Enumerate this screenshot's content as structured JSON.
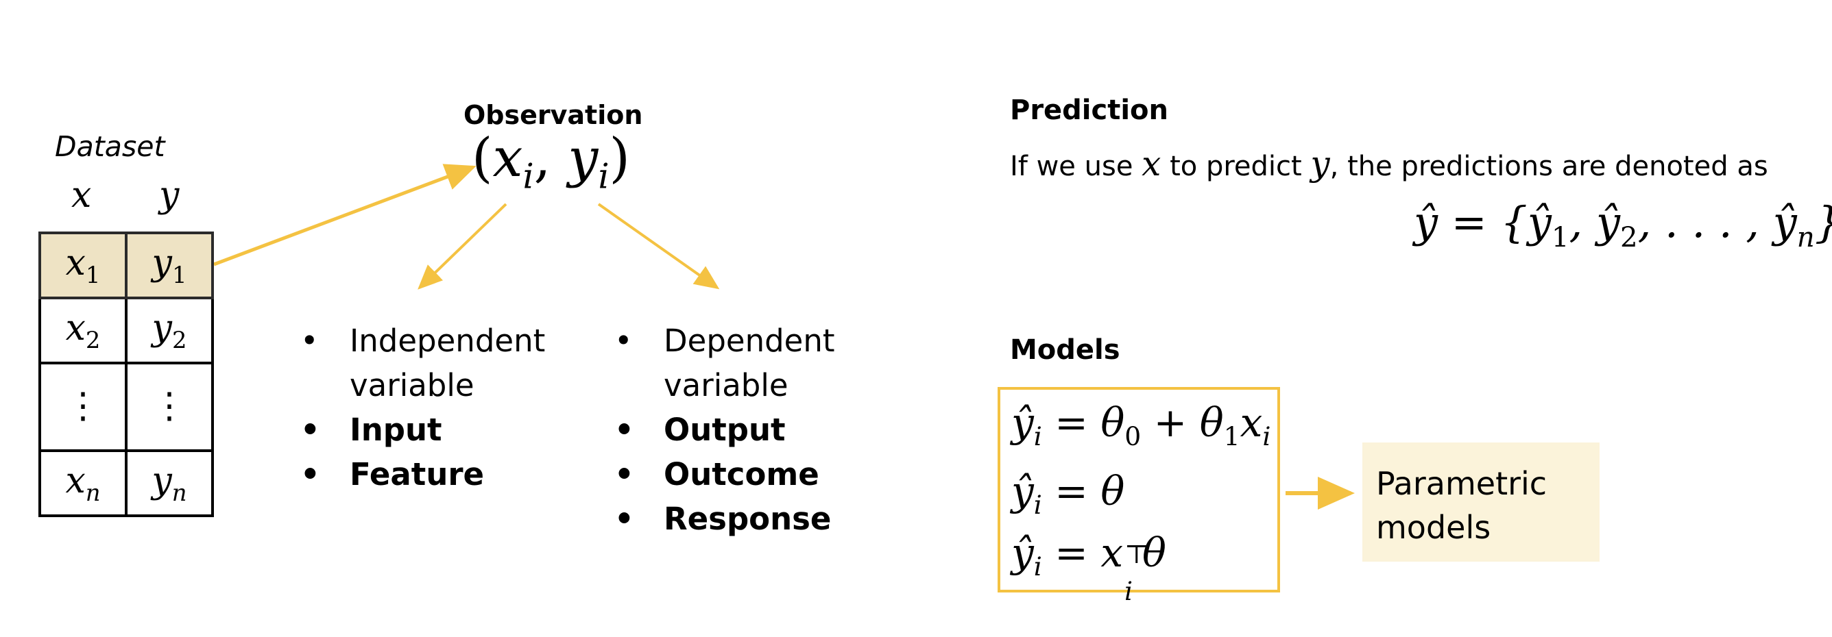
{
  "dataset": {
    "title": "Dataset",
    "columns": [
      "x",
      "y"
    ],
    "rows": [
      {
        "x_base": "x",
        "x_sub": "1",
        "y_base": "y",
        "y_sub": "1"
      },
      {
        "x_base": "x",
        "x_sub": "2",
        "y_base": "y",
        "y_sub": "2"
      },
      {
        "x_base": "x",
        "x_sub": "n",
        "y_base": "y",
        "y_sub": "n"
      }
    ],
    "ellipsis": "⋮"
  },
  "observation": {
    "title": "Observation",
    "lparen": "(",
    "x": "x",
    "i": "i",
    "comma": ", ",
    "y": "y",
    "rparen": ")"
  },
  "independent_list": {
    "items": [
      "Independent variable",
      "Input",
      "Feature"
    ]
  },
  "dependent_list": {
    "items": [
      "Dependent variable",
      "Output",
      "Outcome",
      "Response"
    ]
  },
  "prediction": {
    "title": "Prediction",
    "text_a": "If we use",
    "var_x": "x",
    "text_b": "to predict",
    "var_y": "y",
    "text_c": ", the predictions are denoted as",
    "set_lhs": "ŷ = {",
    "set_y1": "ŷ",
    "set_sub1": "1",
    "set_sep1": ", ",
    "set_y2": "ŷ",
    "set_sub2": "2",
    "set_sep2": ", . . . , ",
    "set_yn": "ŷ",
    "set_subn": "n",
    "set_rhs": "}"
  },
  "models": {
    "title": "Models",
    "eq1": {
      "lhs": "ŷ",
      "sub": "i",
      "rhs_a": "= θ",
      "sub0": "0",
      "rhs_b": "+ θ",
      "sub1": "1",
      "rhs_c": "x",
      "sub_i": "i"
    },
    "eq2": {
      "lhs": "ŷ",
      "sub": "i",
      "rhs": "= θ"
    },
    "eq3": {
      "lhs": "ŷ",
      "sub": "i",
      "rhs_a": "= x",
      "sup": "⊤",
      "sub_i": "i",
      "rhs_b": "θ"
    }
  },
  "parametric": {
    "label": "Parametric models"
  },
  "colors": {
    "accent": "#f4c242",
    "highlight_row": "#eee3c4",
    "param_fill": "#fbf3da"
  }
}
